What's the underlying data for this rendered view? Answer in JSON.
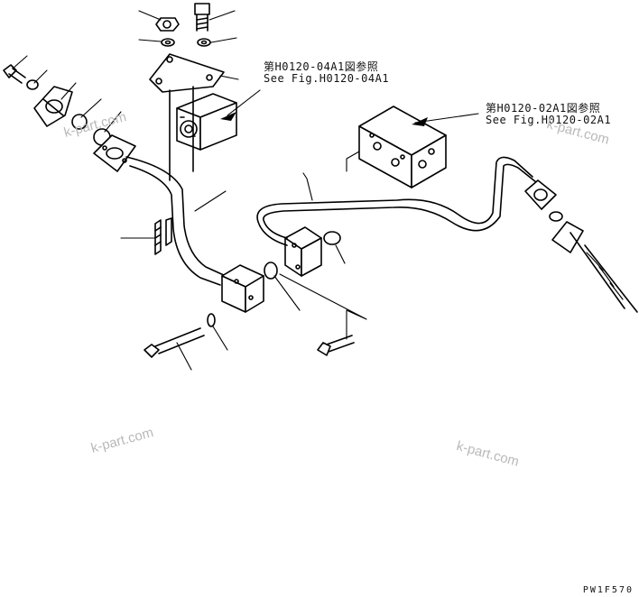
{
  "references": [
    {
      "jp": "第H0120-04A1図参照",
      "en": "See Fig.H0120-04A1"
    },
    {
      "jp": "第H0120-02A1図参照",
      "en": "See Fig.H0120-02A1"
    }
  ],
  "watermark": "k-part.com",
  "drawing_code": "PW1F570"
}
